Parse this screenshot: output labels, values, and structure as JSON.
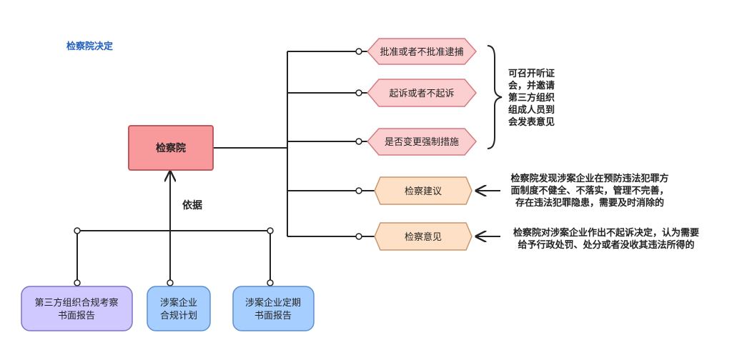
{
  "title": "检察院决定",
  "center": {
    "label": "检察院"
  },
  "basis_label": "依据",
  "decisions": [
    {
      "label": "批准或者不批准逮捕"
    },
    {
      "label": "起诉或者不起诉"
    },
    {
      "label": "是否变更强制措施"
    }
  ],
  "hearing_note": [
    "可召开听证",
    "会，并邀请",
    "第三方组织",
    "组成人员到",
    "会发表意见"
  ],
  "outputs": [
    {
      "label": "检察建议"
    },
    {
      "label": "检察意见"
    }
  ],
  "suggestion_note": [
    "检察院发现涉案企业在预防违法犯罪方",
    "面制度不健全、不落实，管理不完善，",
    "存在违法犯罪隐患，需要及时消除的"
  ],
  "opinion_note": [
    "检察院对涉案企业作出不起诉决定，认为需要",
    "给予行政处罚、处分或者没收其违法所得的"
  ],
  "sources": [
    {
      "lines": [
        "第三方组织合规考察",
        "书面报告"
      ]
    },
    {
      "lines": [
        "涉案企业",
        "合规计划"
      ]
    },
    {
      "lines": [
        "涉案企业定期",
        "书面报告"
      ]
    }
  ],
  "colors": {
    "center_fill": "#f8999b",
    "center_stroke": "#c0595d",
    "decision_fill": "#fbcfd0",
    "decision_stroke": "#d37b80",
    "output_fill": "#fde0c5",
    "output_stroke": "#c9966a",
    "source1_fill": "#cfc9ff",
    "source1_stroke": "#7d73c4",
    "source_fill": "#a6cfff",
    "source_stroke": "#5c8fd1",
    "title": "#1f5fbf"
  }
}
